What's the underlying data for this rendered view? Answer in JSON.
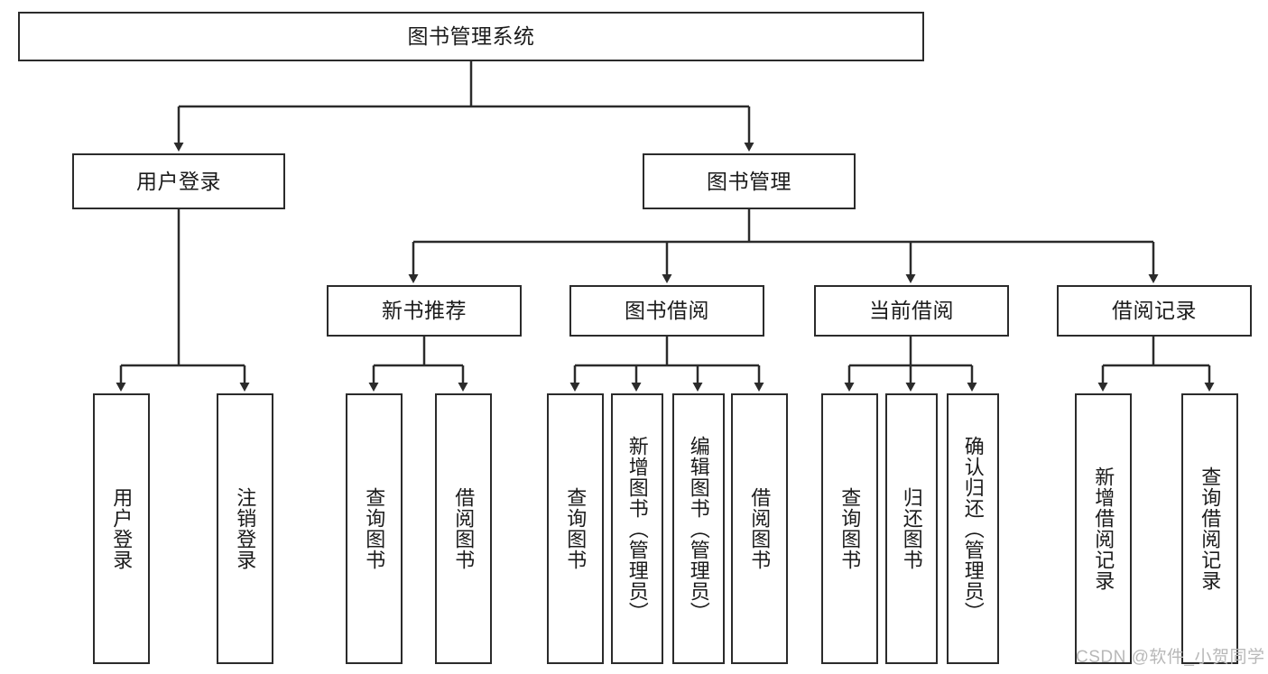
{
  "diagram": {
    "type": "tree-hierarchy",
    "title": "图书管理系统",
    "watermark": "CSDN @软件_小贺同学",
    "colors": {
      "stroke": "#2b2b2b",
      "fill": "#ffffff",
      "text": "#1b1b1b",
      "watermark": "#b8b8b8"
    },
    "levels": {
      "root": {
        "label": "图书管理系统"
      },
      "level2": [
        {
          "label": "用户登录"
        },
        {
          "label": "图书管理"
        }
      ],
      "level3": [
        {
          "label": "新书推荐"
        },
        {
          "label": "图书借阅"
        },
        {
          "label": "当前借阅"
        },
        {
          "label": "借阅记录"
        }
      ],
      "leaves": {
        "user_login": [
          {
            "label": "用户登录"
          },
          {
            "label": "注销登录"
          }
        ],
        "new_book_recommend": [
          {
            "label": "查询图书"
          },
          {
            "label": "借阅图书"
          }
        ],
        "book_borrow": [
          {
            "label": "查询图书"
          },
          {
            "label": "新增图书（管理员）"
          },
          {
            "label": "编辑图书（管理员）"
          },
          {
            "label": "借阅图书"
          }
        ],
        "current_borrow": [
          {
            "label": "查询图书"
          },
          {
            "label": "归还图书"
          },
          {
            "label": "确认归还（管理员）"
          }
        ],
        "borrow_record": [
          {
            "label": "新增借阅记录"
          },
          {
            "label": "查询借阅记录"
          }
        ]
      }
    }
  }
}
